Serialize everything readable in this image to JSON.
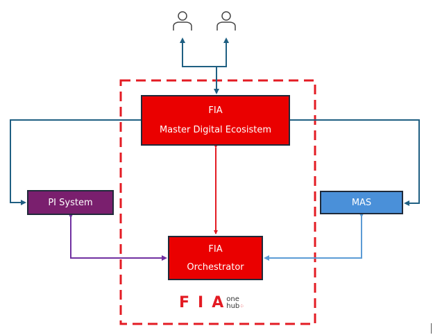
{
  "diagram": {
    "users": [
      {
        "name": "user-1",
        "icon": "person-icon"
      },
      {
        "name": "user-2",
        "icon": "person-icon"
      }
    ],
    "boundary": {
      "label": "FIA one hub boundary",
      "color": "#e31b23"
    },
    "nodes": {
      "master_digital_ecosystem": {
        "line1": "FIA",
        "line2": "Master Digital Ecosistem",
        "color": "#ea0000"
      },
      "orchestrator": {
        "line1": "FIA",
        "line2": "Orchestrator",
        "color": "#ea0000"
      },
      "pi_system": {
        "label": "PI System",
        "color": "#7a1f6e"
      },
      "mas": {
        "label": "MAS",
        "color": "#4a90d9"
      }
    },
    "edges": [
      {
        "from": "users",
        "to": "master_digital_ecosystem",
        "direction": "bidirectional",
        "color": "#1f5f82"
      },
      {
        "from": "master_digital_ecosystem",
        "to": "pi_system",
        "direction": "to",
        "color": "#1f5f82"
      },
      {
        "from": "master_digital_ecosystem",
        "to": "mas",
        "direction": "to",
        "color": "#1f5f82"
      },
      {
        "from": "master_digital_ecosystem",
        "to": "orchestrator",
        "direction": "bidirectional",
        "color": "#e31b23"
      },
      {
        "from": "pi_system",
        "to": "orchestrator",
        "direction": "bidirectional",
        "color": "#7030a0"
      },
      {
        "from": "mas",
        "to": "orchestrator",
        "direction": "bidirectional",
        "color": "#5b9bd5"
      }
    ],
    "logo": {
      "main": "FIA",
      "top": "one",
      "bottom": "hub",
      "mark": "⁘"
    }
  }
}
